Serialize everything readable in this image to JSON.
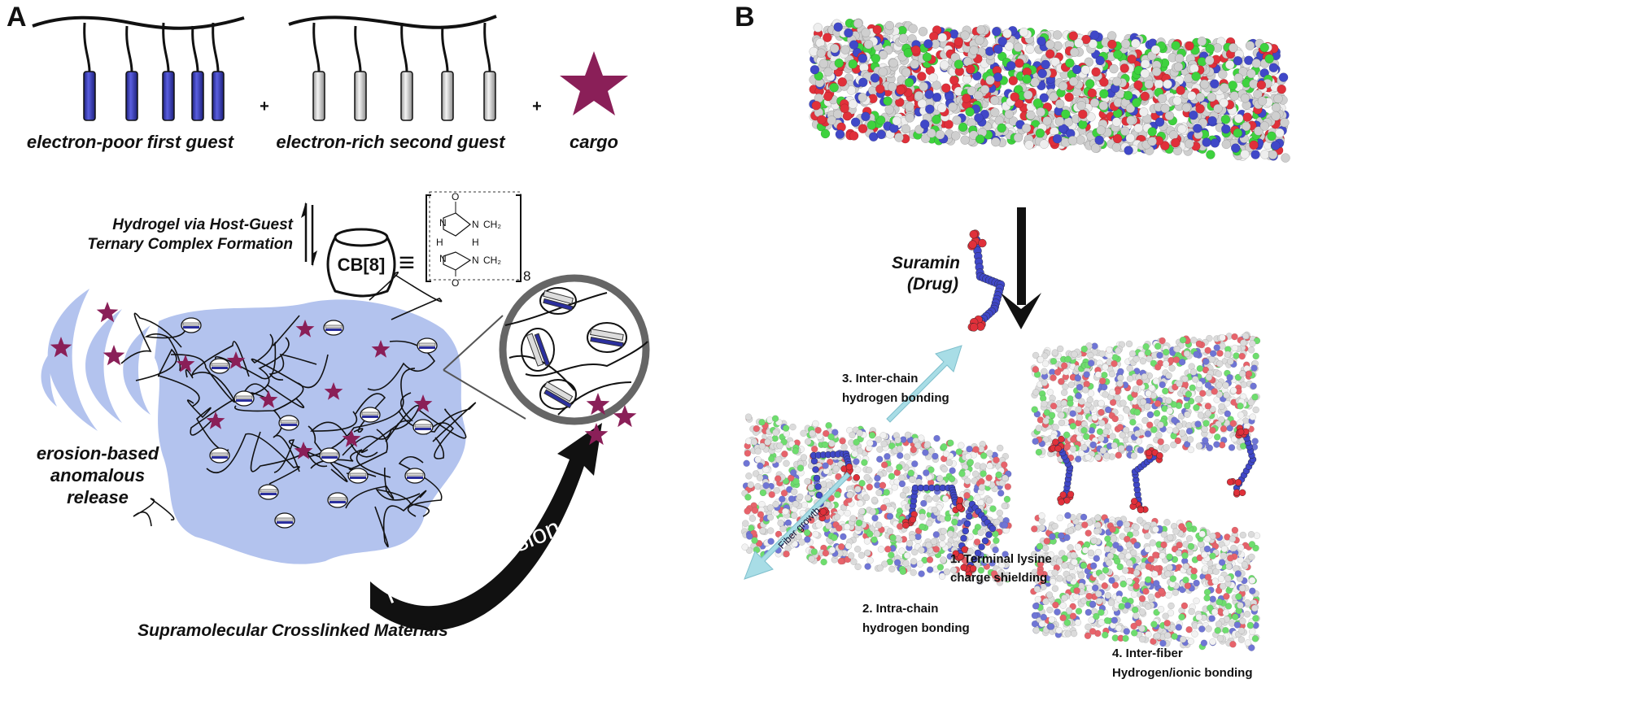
{
  "panels": {
    "a": {
      "label": "A",
      "first_guest": "electron-poor first guest",
      "second_guest": "electron-rich second guest",
      "cargo": "cargo",
      "plus": "+",
      "hydrogel_line1": "Hydrogel via Host-Guest",
      "hydrogel_line2": "Ternary Complex Formation",
      "cb8": "CB[8]",
      "equiv": "≡",
      "structure": {
        "n1": "N",
        "n2": "N",
        "n3": "N",
        "n4": "N",
        "o1": "O",
        "o2": "O",
        "h1": "H",
        "h2": "H",
        "ch2a": "CH₂",
        "ch2b": "CH₂",
        "subscript": "8"
      },
      "release_line1": "erosion-based",
      "release_line2": "anomalous",
      "release_line3": "release",
      "diffusion": "Fickian diffusion",
      "materials": "Supramolecular Crosslinked Materials"
    },
    "b": {
      "label": "B",
      "drug_line1": "Suramin",
      "drug_line2": "(Drug)",
      "inter_chain_1": "3. Inter-chain",
      "inter_chain_2": "hydrogen bonding",
      "fiber_growth": "Fiber growth",
      "intra_chain_1": "2. Intra-chain",
      "intra_chain_2": "hydrogen bonding",
      "lysine_1": "1. Terminal lysine",
      "lysine_2": "charge shielding",
      "inter_fiber_1": "4. Inter-fiber",
      "inter_fiber_2": "Hydrogen/ionic bonding"
    }
  },
  "colors": {
    "first_guest": "#2b2f9e",
    "second_guest": "#c8c8c8",
    "cargo_star": "#8a1f58",
    "gel": "#b3c3ee",
    "arrow_light": "#a8dde6",
    "oxygen": "#e0303a",
    "nitrogen": "#4048c8",
    "carbon": "#cfcfcf",
    "backbone": "#3ed23e"
  }
}
